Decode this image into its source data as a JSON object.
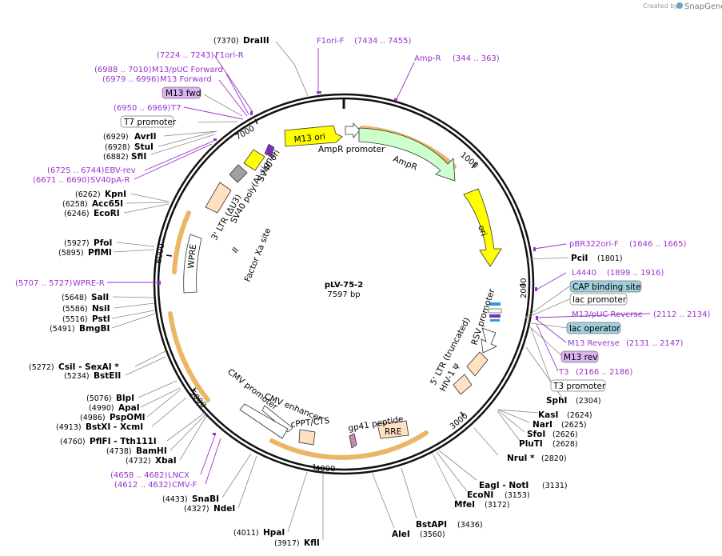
{
  "watermark": {
    "prefix": "Created by",
    "brand": "SnapGene"
  },
  "plasmid": {
    "name": "pLV-75-2",
    "size": "7597 bp"
  },
  "ticks": [
    "1000",
    "2000",
    "3000",
    "4000",
    "5000",
    "6000",
    "7000"
  ],
  "colors": {
    "primer": "#9933cc",
    "ori": "#ffff00",
    "amp": "#ccffcc",
    "ltr": "#ffe0c0",
    "highlight": "#e8a94a",
    "box_blue": "#9fcfdc",
    "box_purple": "#d9b3f0"
  },
  "sites": [
    {
      "name": "DraIII",
      "pos": "(7370)"
    },
    {
      "name": "AvrII",
      "pos": "(6929)"
    },
    {
      "name": "StuI",
      "pos": "(6928)"
    },
    {
      "name": "SfiI",
      "pos": "(6882)"
    },
    {
      "name": "KpnI",
      "pos": "(6262)"
    },
    {
      "name": "Acc65I",
      "pos": "(6258)"
    },
    {
      "name": "EcoRI",
      "pos": "(6246)"
    },
    {
      "name": "PfoI",
      "pos": "(5927)"
    },
    {
      "name": "PflMI",
      "pos": "(5895)"
    },
    {
      "name": "SalI",
      "pos": "(5648)"
    },
    {
      "name": "NsiI",
      "pos": "(5586)"
    },
    {
      "name": "PstI",
      "pos": "(5516)"
    },
    {
      "name": "BmgBI",
      "pos": "(5491)"
    },
    {
      "name": "CsiI - SexAI *",
      "pos": "(5272)"
    },
    {
      "name": "BstEII",
      "pos": "(5234)"
    },
    {
      "name": "BlpI",
      "pos": "(5076)"
    },
    {
      "name": "ApaI",
      "pos": "(4990)"
    },
    {
      "name": "PspOMI",
      "pos": "(4986)"
    },
    {
      "name": "BstXI - XcmI",
      "pos": "(4913)"
    },
    {
      "name": "PflFI - Tth111I",
      "pos": "(4760)"
    },
    {
      "name": "BamHI",
      "pos": "(4738)"
    },
    {
      "name": "XbaI",
      "pos": "(4732)"
    },
    {
      "name": "SnaBI",
      "pos": "(4433)"
    },
    {
      "name": "NdeI",
      "pos": "(4327)"
    },
    {
      "name": "HpaI",
      "pos": "(4011)"
    },
    {
      "name": "KflI",
      "pos": "(3917)"
    },
    {
      "name": "AleI",
      "pos": "(3560)"
    },
    {
      "name": "BstAPI",
      "pos": "(3436)"
    },
    {
      "name": "MfeI",
      "pos": "(3172)"
    },
    {
      "name": "EcoNI",
      "pos": "(3153)"
    },
    {
      "name": "EagI - NotI",
      "pos": "(3131)"
    },
    {
      "name": "NruI *",
      "pos": "(2820)"
    },
    {
      "name": "PluTI",
      "pos": "(2628)"
    },
    {
      "name": "SfoI",
      "pos": "(2626)"
    },
    {
      "name": "NarI",
      "pos": "(2625)"
    },
    {
      "name": "KasI",
      "pos": "(2624)"
    },
    {
      "name": "SphI",
      "pos": "(2304)"
    },
    {
      "name": "PciI",
      "pos": "(1801)"
    }
  ],
  "primers": [
    {
      "name": "F1ori-F",
      "range": "(7434 .. 7455)"
    },
    {
      "name": "Amp-R",
      "range": "(344 .. 363)"
    },
    {
      "name": "F1ori-R",
      "range": "(7224 .. 7243)"
    },
    {
      "name": "M13/pUC Forward",
      "range": "(6988 .. 7010)"
    },
    {
      "name": "M13 Forward",
      "range": "(6979 .. 6996)"
    },
    {
      "name": "T7",
      "range": "(6950 .. 6969)"
    },
    {
      "name": "EBV-rev",
      "range": "(6725 .. 6744)"
    },
    {
      "name": "SV40pA-R",
      "range": "(6671 .. 6690)"
    },
    {
      "name": "WPRE-R",
      "range": "(5707 .. 5727)"
    },
    {
      "name": "LNCX",
      "range": "(4658 .. 4682)"
    },
    {
      "name": "CMV-F",
      "range": "(4612 .. 4632)"
    },
    {
      "name": "pBR322ori-F",
      "range": "(1646 .. 1665)"
    },
    {
      "name": "L4440",
      "range": "(1899 .. 1916)"
    },
    {
      "name": "M13/pUC Reverse",
      "range": "(2112 .. 2134)"
    },
    {
      "name": "M13 Reverse",
      "range": "(2131 .. 2147)"
    },
    {
      "name": "T3",
      "range": "(2166 .. 2186)"
    }
  ],
  "boxed": [
    "M13 fwd",
    "T7 promoter",
    "CAP binding site",
    "lac promoter",
    "lac operator",
    "M13 rev",
    "T3 promoter"
  ],
  "features": [
    "M13 ori",
    "AmpR promoter",
    "AmpR",
    "ori",
    "RSV promoter",
    "5' LTR (truncated)",
    "HIV-1 ψ",
    "RRE",
    "gp41 peptide",
    "cPPT/CTS",
    "CMV enhancer",
    "CMV promoter",
    "WPRE",
    "3' LTR (ΔU3)",
    "SV40 poly(A) signal",
    "SV40 ori",
    "Factor Xa site"
  ]
}
